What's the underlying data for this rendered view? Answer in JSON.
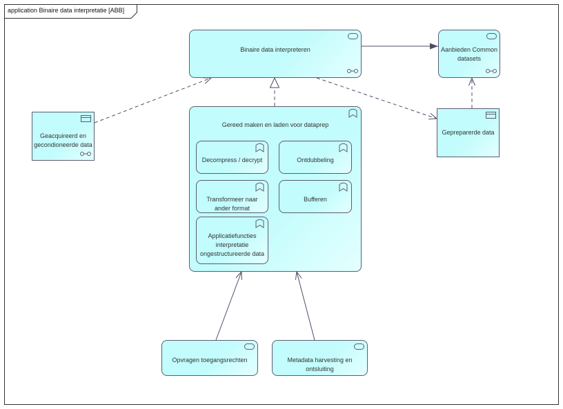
{
  "diagram": {
    "title": "application Binaire data interpretatie [ABB]"
  },
  "elements": {
    "binaire": {
      "icon": "application-service-icon",
      "linked_icon": "linked-diagram-icon",
      "lines": [
        "Binaire data interpreteren"
      ]
    },
    "aanbieden": {
      "icon": "application-service-icon",
      "linked_icon": "linked-diagram-icon",
      "lines": [
        "Aanbieden Common",
        "datasets"
      ]
    },
    "geacquireerd": {
      "icon": "data-object-icon",
      "linked_icon": "linked-diagram-icon",
      "lines": [
        "Geacquireerd en",
        "gecondioneerde data"
      ]
    },
    "gepreparerde": {
      "icon": "data-object-icon",
      "lines": [
        "Gepreparerde data"
      ]
    },
    "gereed": {
      "icon": "application-function-icon",
      "lines": [
        "Gereed maken en laden voor dataprep"
      ]
    },
    "decompress": {
      "icon": "application-function-icon",
      "lines": [
        "Decompress / decrypt"
      ]
    },
    "ontdubbeling": {
      "icon": "application-function-icon",
      "lines": [
        "Ontdubbeling"
      ]
    },
    "transformeer": {
      "icon": "application-function-icon",
      "lines": [
        "Transformeer naar",
        "ander format"
      ]
    },
    "bufferen": {
      "icon": "application-function-icon",
      "lines": [
        "Bufferen"
      ]
    },
    "applicatiefuncties": {
      "icon": "application-function-icon",
      "lines": [
        "Applicatiefuncties",
        "interpretatie",
        "ongestructureerde data"
      ]
    },
    "opvragen": {
      "icon": "application-service-icon",
      "lines": [
        "Opvragen toegangsrechten"
      ]
    },
    "metadata": {
      "icon": "application-service-icon",
      "lines": [
        "Metadata harvesting en",
        "ontsluiting"
      ]
    }
  },
  "colors": {
    "element_fill": "#c2fcfc",
    "element_border": "#5c5c6e",
    "connector": "#4d4d66",
    "text": "#333333",
    "frame": "#333333"
  }
}
